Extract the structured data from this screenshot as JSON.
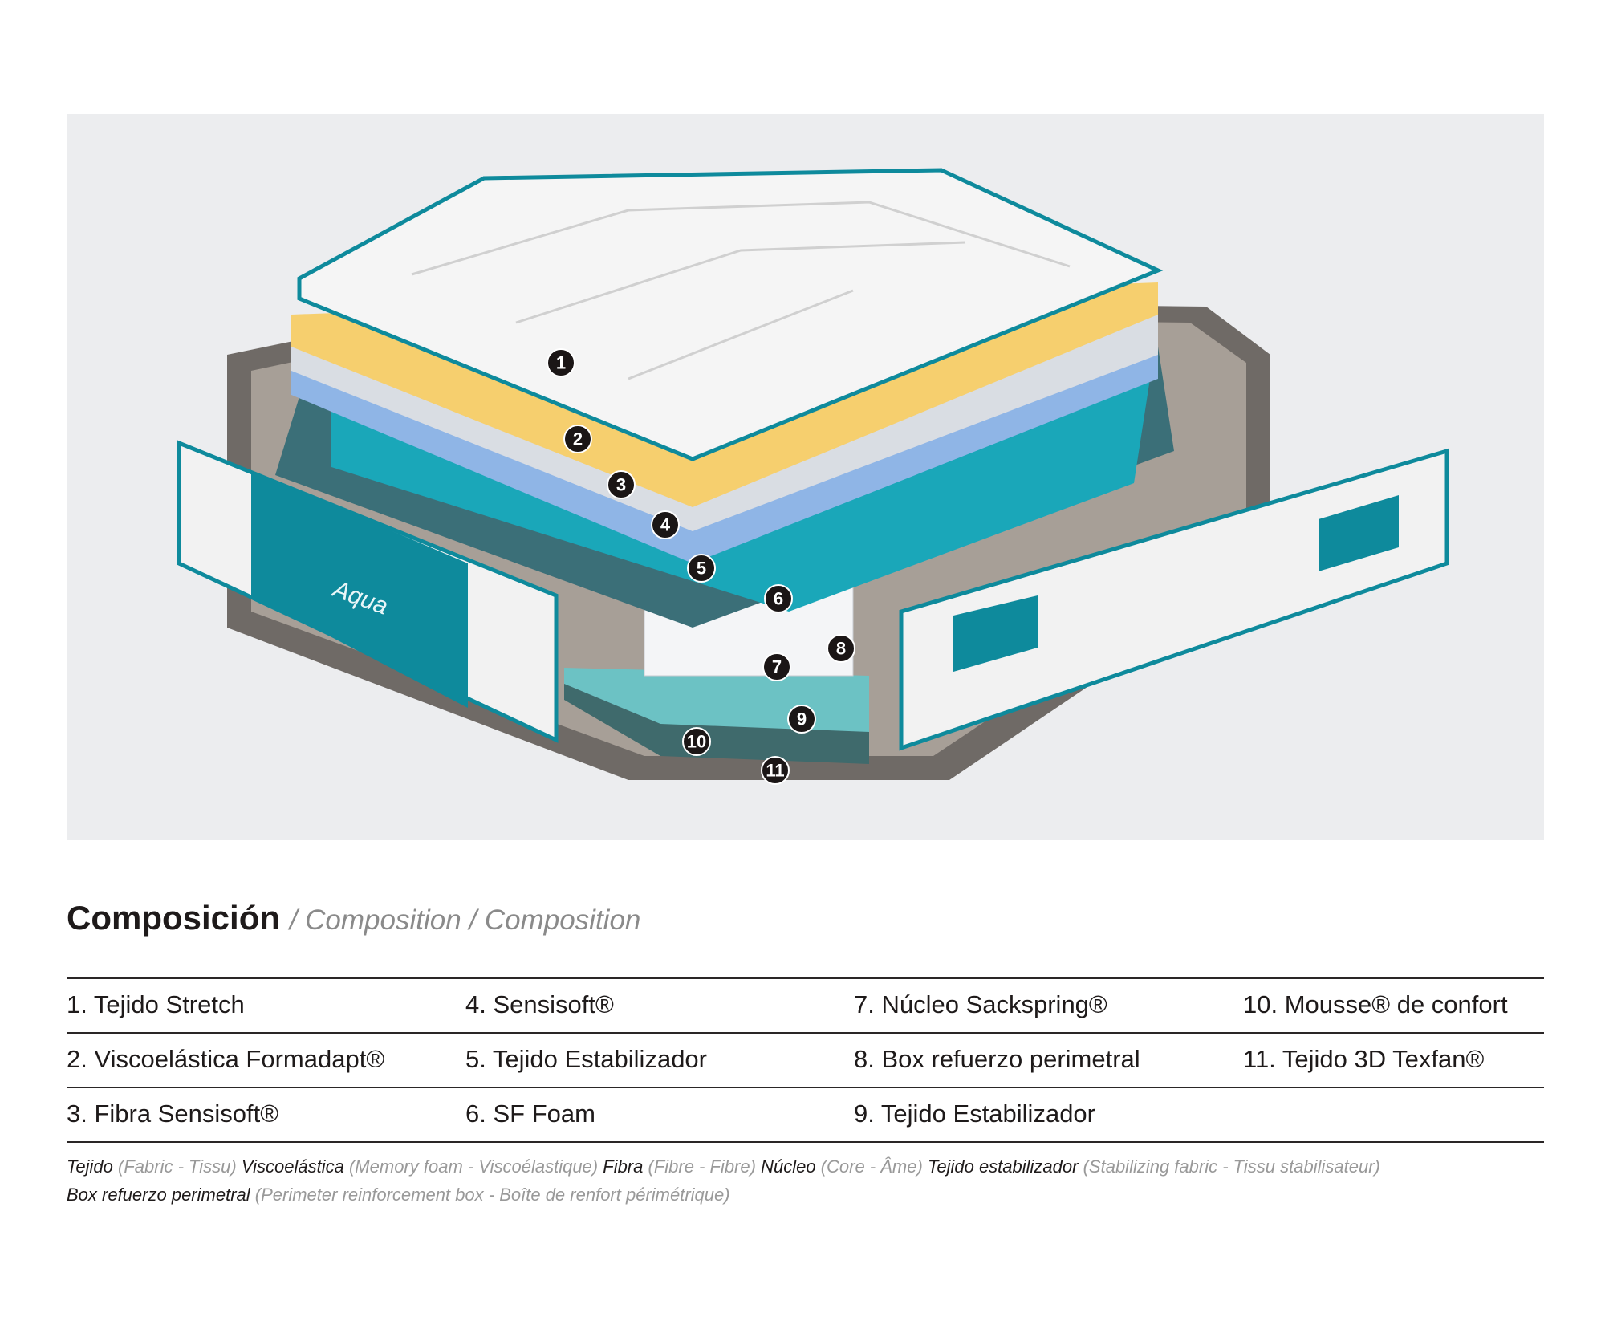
{
  "image": {
    "brand_label": "Aqua",
    "markers": [
      "1",
      "2",
      "3",
      "4",
      "5",
      "6",
      "7",
      "8",
      "9",
      "10",
      "11"
    ]
  },
  "title": {
    "main": "Composición",
    "sub": "/ Composition / Composition"
  },
  "components": [
    [
      "1. Tejido Stretch",
      "4. Sensisoft®",
      "7. Núcleo Sackspring®",
      "10. Mousse® de confort"
    ],
    [
      "2. Viscoelástica Formadapt®",
      "5. Tejido Estabilizador",
      "8. Box refuerzo perimetral",
      "11. Tejido 3D Texfan®"
    ],
    [
      "3. Fibra Sensisoft®",
      "6. SF Foam",
      "9. Tejido Estabilizador",
      ""
    ]
  ],
  "glossary": [
    {
      "term": "Tejido",
      "translation": "(Fabric - Tissu)"
    },
    {
      "term": "Viscoelástica",
      "translation": "(Memory foam - Viscoélastique)"
    },
    {
      "term": "Fibra",
      "translation": "(Fibre - Fibre)"
    },
    {
      "term": "Núcleo",
      "translation": "(Core - Âme)"
    },
    {
      "term": "Tejido estabilizador",
      "translation": "(Stabilizing fabric - Tissu stabilisateur)"
    },
    {
      "term": "Box refuerzo perimetral",
      "translation": "(Perimeter reinforcement box - Boîte de renfort périmétrique)"
    }
  ],
  "colors": {
    "teal": "#0e8a9c",
    "yellow": "#f6cf6e",
    "blue": "#8fb5e6",
    "panel": "#ecedef"
  }
}
